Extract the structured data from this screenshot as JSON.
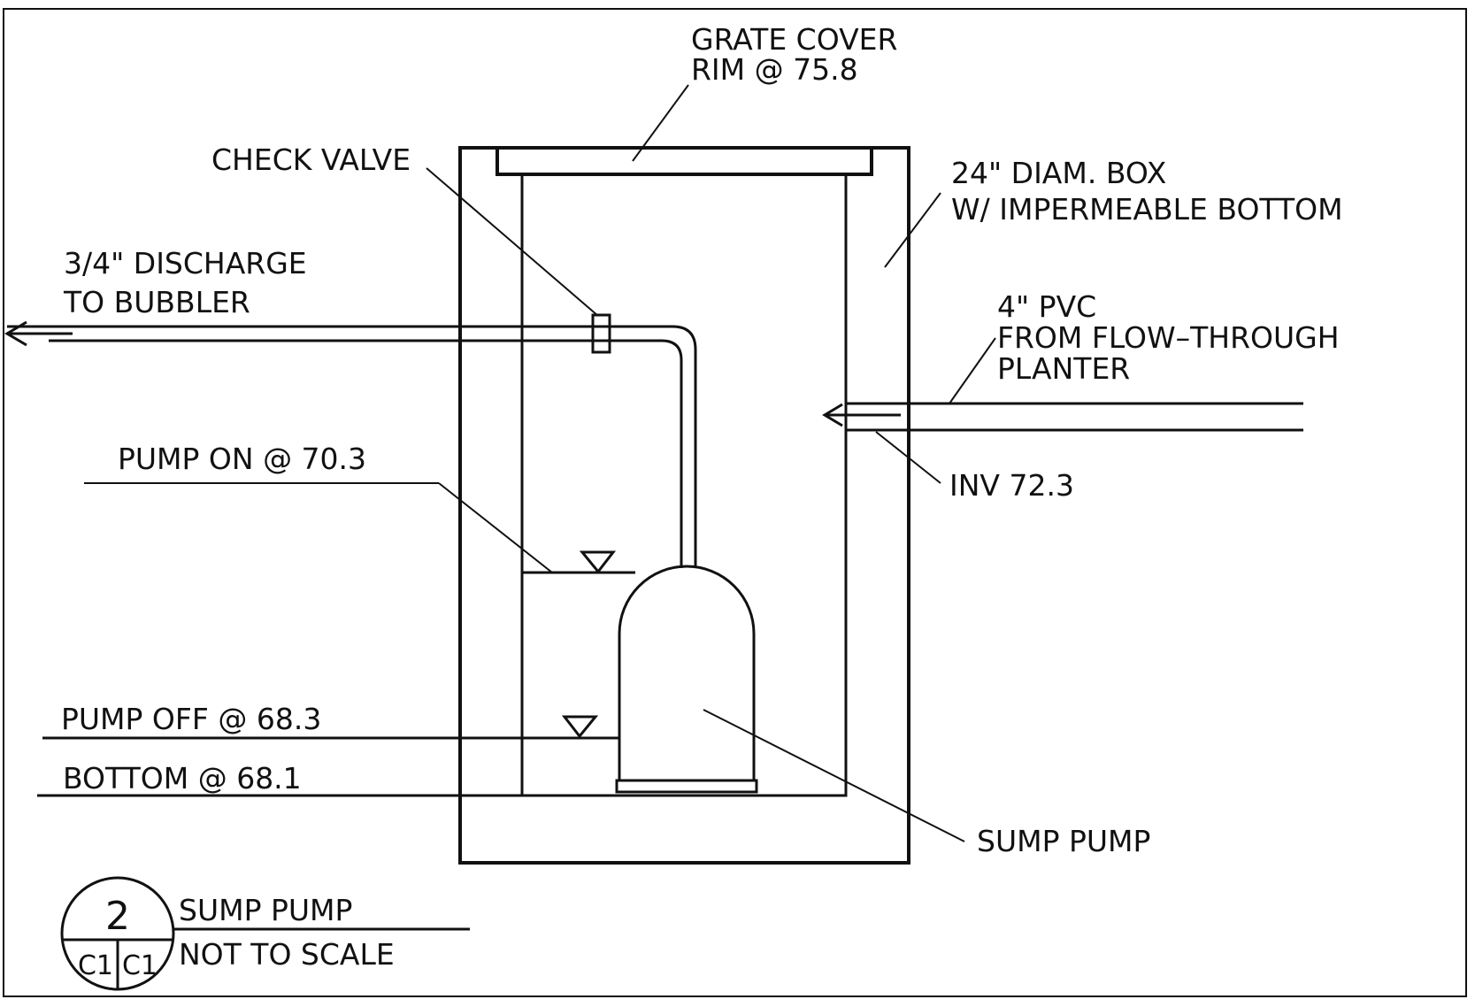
{
  "labels": {
    "grate_cover_1": "GRATE COVER",
    "grate_cover_2": "RIM @ 75.8",
    "check_valve": "CHECK VALVE",
    "box_1": "24\" DIAM. BOX",
    "box_2": "W/ IMPERMEABLE BOTTOM",
    "discharge_1": "3/4\" DISCHARGE",
    "discharge_2": "TO BUBBLER",
    "pvc_1": "4\" PVC",
    "pvc_2": "FROM FLOW–THROUGH",
    "pvc_3": "PLANTER",
    "pump_on": "PUMP ON @ 70.3",
    "inv": "INV 72.3",
    "pump_off": "PUMP OFF @ 68.3",
    "bottom": "BOTTOM @ 68.1",
    "sump_pump": "SUMP PUMP"
  },
  "title_block": {
    "detail_number": "2",
    "sheet_left": "C1",
    "sheet_right": "C1",
    "title": "SUMP PUMP",
    "scale": "NOT TO SCALE"
  }
}
